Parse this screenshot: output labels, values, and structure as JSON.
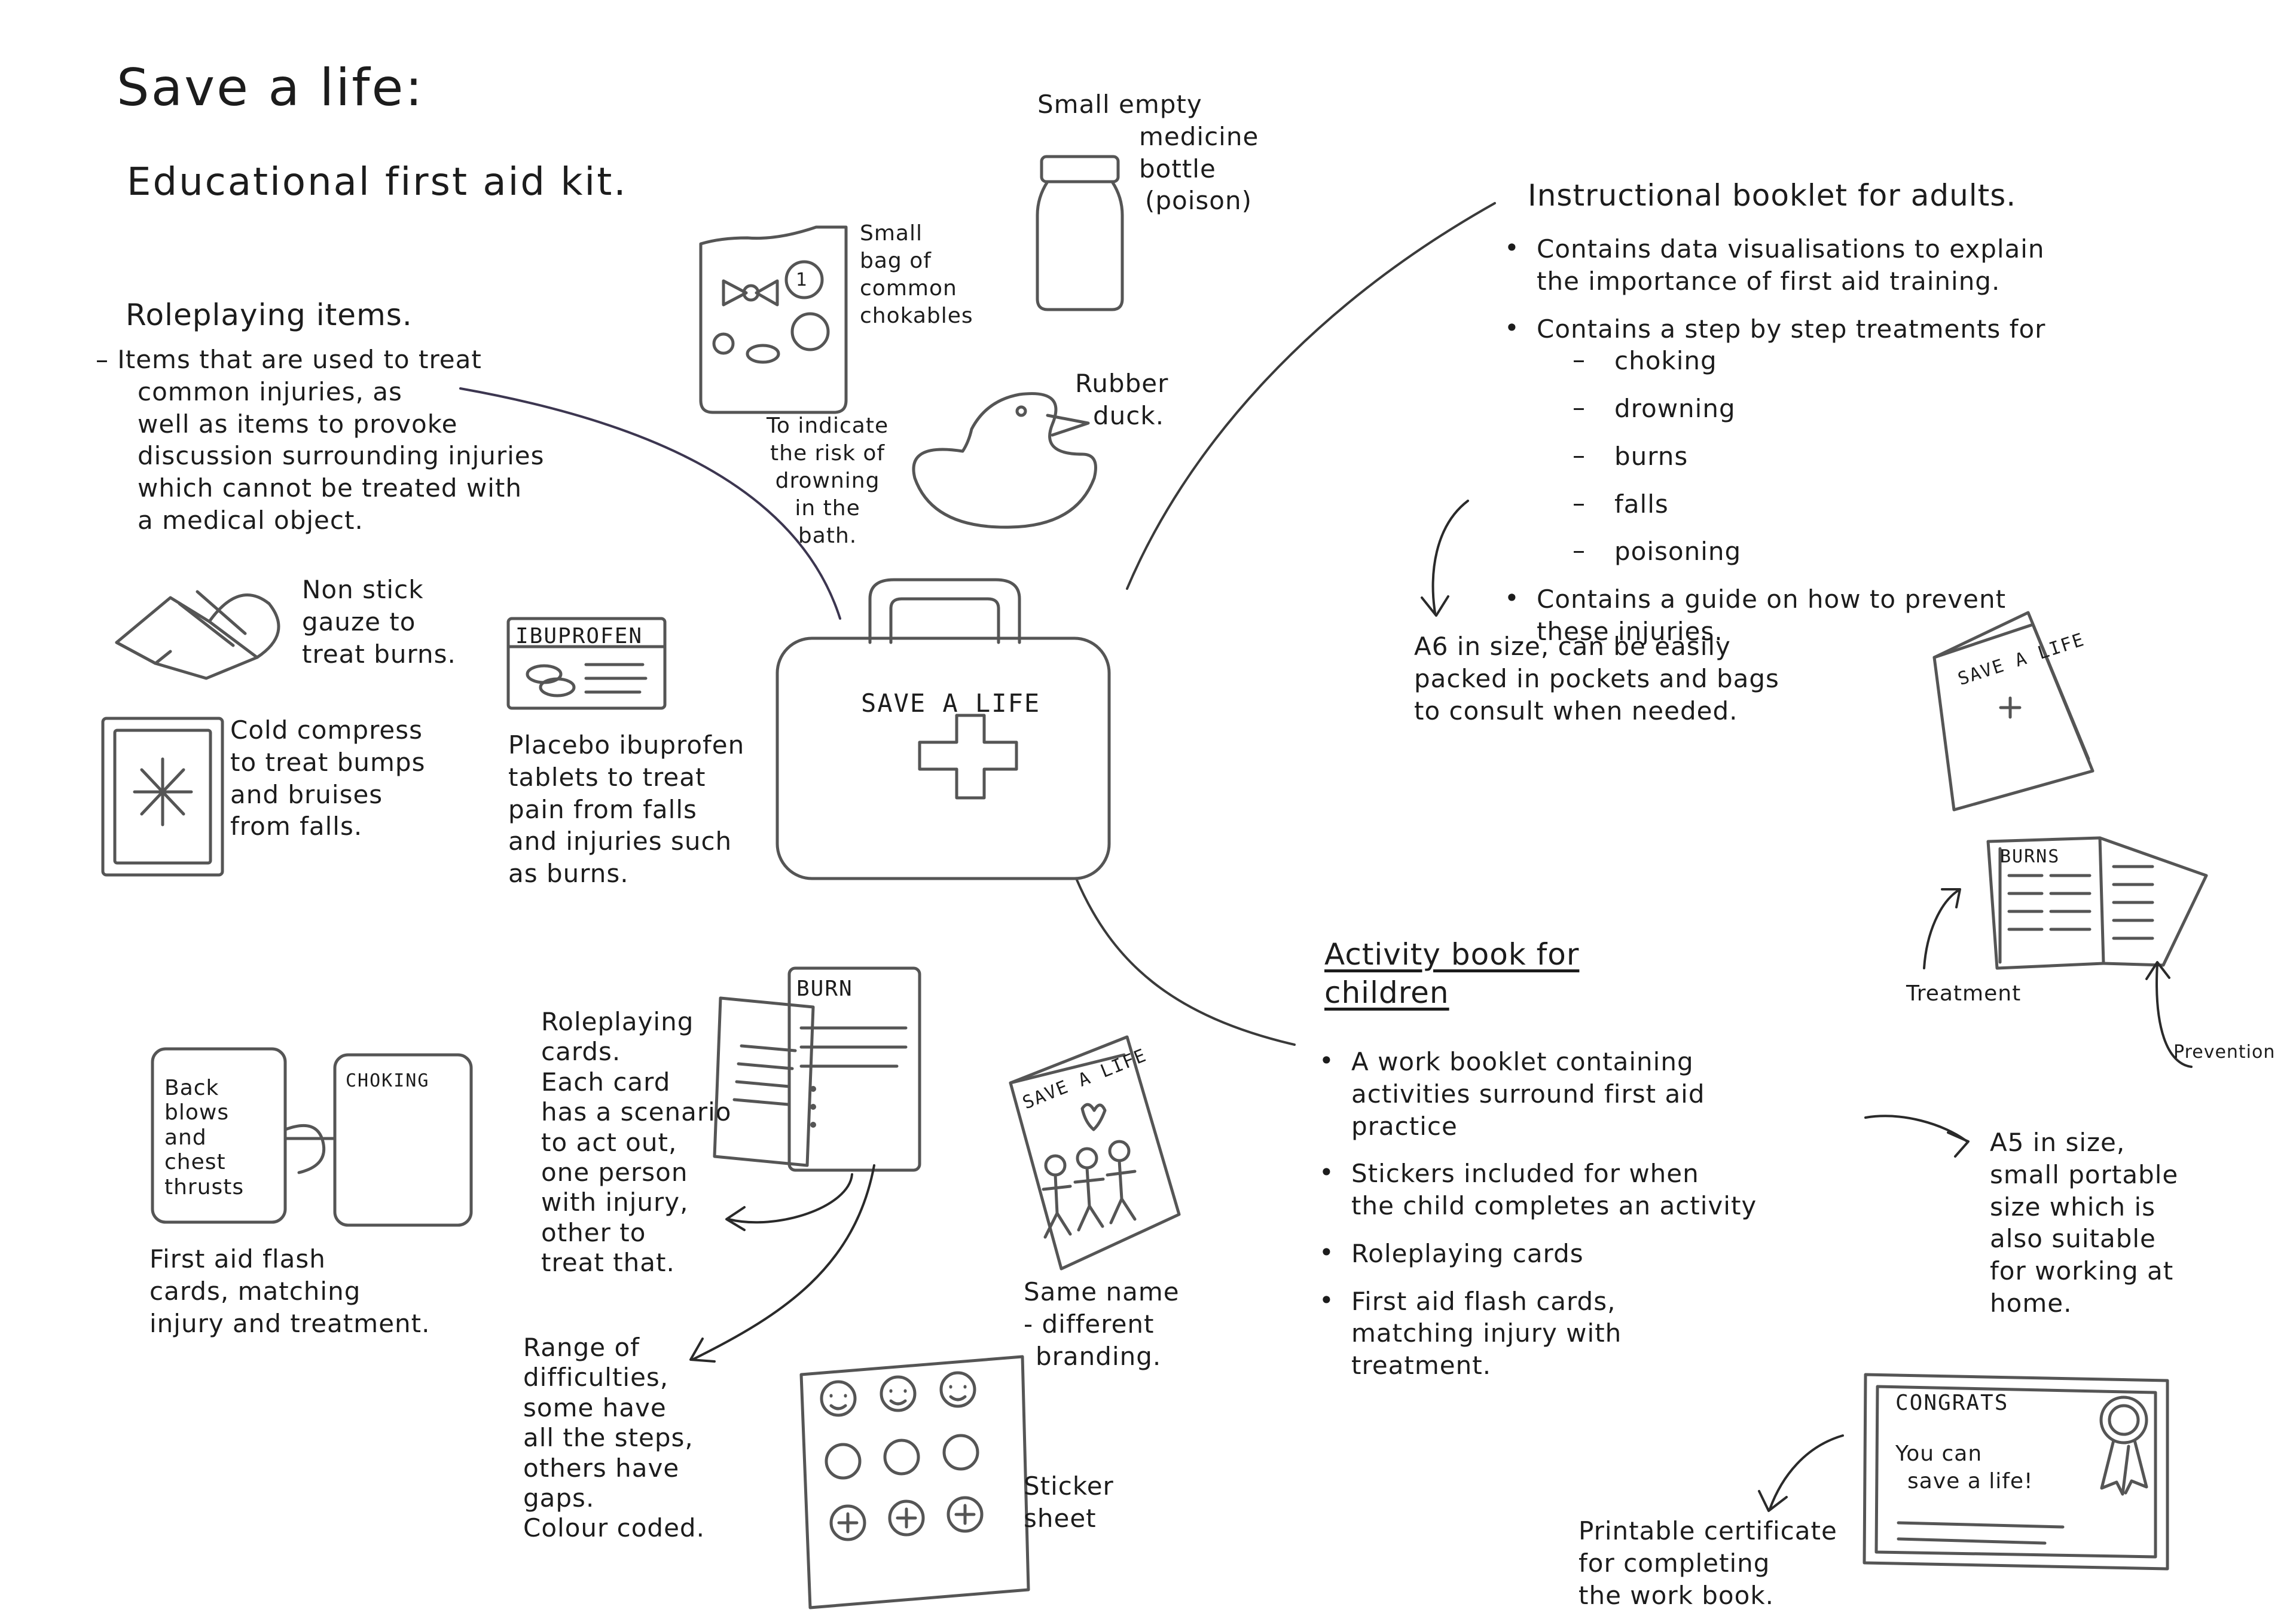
{
  "header": {
    "title": "Save a life:",
    "subtitle": "Educational first aid kit."
  },
  "kit": {
    "label": "SAVE A LIFE"
  },
  "roleplaying_items": {
    "heading": "Roleplaying items.",
    "description": [
      "– Items that are used to treat",
      "common injuries, as",
      "well as items to provoke",
      "discussion surrounding injuries",
      "which cannot be treated with",
      "a medical object."
    ]
  },
  "items": {
    "gauze": [
      "Non stick",
      "gauze to",
      "treat burns."
    ],
    "cold_compress": [
      "Cold compress",
      "to treat bumps",
      "and bruises",
      "from falls."
    ],
    "ibuprofen_label": "IBUPROFEN",
    "ibuprofen": [
      "Placebo ibuprofen",
      "tablets to treat",
      "pain from falls",
      "and injuries such",
      "as burns."
    ],
    "chokables": [
      "Small",
      "bag of",
      "common",
      "chokables"
    ],
    "chokables_token": "1",
    "medicine_bottle": [
      "Small empty",
      "medicine",
      "bottle",
      "(poison)"
    ],
    "duck_label": [
      "Rubber",
      "duck."
    ],
    "duck_note": [
      "To indicate",
      "the risk of",
      "drowning",
      "in the",
      "bath."
    ]
  },
  "adult_booklet": {
    "heading": "Instructional booklet for adults.",
    "bullet_1": [
      "Contains data visualisations to explain",
      "the importance of first aid training."
    ],
    "bullet_2": "Contains a step by step treatments for",
    "treatments": [
      "choking",
      "drowning",
      "burns",
      "falls",
      "poisoning"
    ],
    "bullet_3": [
      "Contains a guide on how to prevent",
      "these injuries."
    ],
    "size_note": [
      "A6 in size, can be easily",
      "packed in pockets and bags",
      "to consult when needed."
    ],
    "cover_title": "SAVE A LIFE",
    "page_title": "BURNS",
    "treatment_label": "Treatment",
    "prevention_label": "Prevention"
  },
  "activity_book": {
    "heading": [
      "Activity book for",
      "children"
    ],
    "bullets": [
      [
        "A work booklet containing",
        "activities surround first aid",
        "practice"
      ],
      [
        "Stickers included for when",
        "the child completes an activity"
      ],
      [
        "Roleplaying cards"
      ],
      [
        "First aid flash cards,",
        "matching injury with",
        "treatment."
      ]
    ],
    "size_note": [
      "A5 in size,",
      "small portable",
      "size which is",
      "also suitable",
      "for working at",
      "home."
    ],
    "cover_title": "SAVE A LIFE",
    "branding_note": [
      "Same name",
      "- different",
      "branding."
    ]
  },
  "flash_cards": {
    "card_left": [
      "Back",
      "blows",
      "and",
      "chest",
      "thrusts"
    ],
    "card_right": "CHOKING",
    "caption": [
      "First aid flash",
      "cards, matching",
      "injury and treatment."
    ]
  },
  "roleplaying_cards": {
    "card_title": "BURN",
    "note": [
      "Roleplaying",
      "cards.",
      "Each card",
      "has a scenario",
      "to act out,",
      "one person",
      "with injury,",
      "other to",
      "treat that."
    ],
    "difficulty": [
      "Range of",
      "difficulties,",
      "some have",
      "all the steps,",
      "others have",
      "gaps.",
      "Colour coded."
    ]
  },
  "sticker_sheet": {
    "label": [
      "Sticker",
      "sheet"
    ]
  },
  "certificate": {
    "heading": "CONGRATS",
    "line": [
      "You can",
      "save a life!"
    ],
    "caption": [
      "Printable certificate",
      "for completing",
      "the work book."
    ]
  }
}
